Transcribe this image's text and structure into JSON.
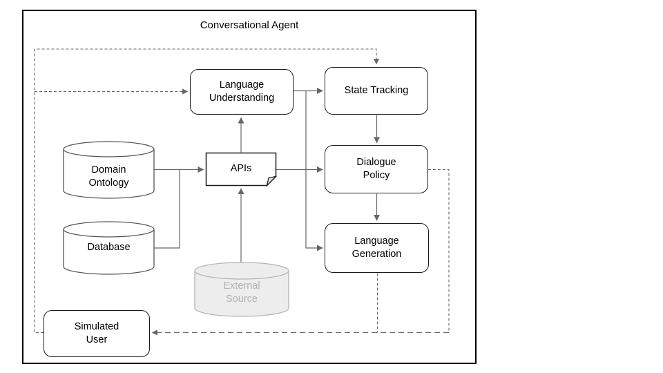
{
  "diagram": {
    "title": "Conversational Agent",
    "nodes": {
      "language_understanding": {
        "label": "Language\nUnderstanding",
        "shape": "rounded-box"
      },
      "state_tracking": {
        "label": "State Tracking",
        "shape": "rounded-box"
      },
      "dialogue_policy": {
        "label": "Dialogue\nPolicy",
        "shape": "rounded-box"
      },
      "language_generation": {
        "label": "Language\nGeneration",
        "shape": "rounded-box"
      },
      "apis": {
        "label": "APIs",
        "shape": "document"
      },
      "domain_ontology": {
        "label": "Domain\nOntology",
        "shape": "cylinder"
      },
      "database": {
        "label": "Database",
        "shape": "cylinder"
      },
      "external_source": {
        "label": "External\nSource",
        "shape": "cylinder",
        "state": "disabled"
      },
      "simulated_user": {
        "label": "Simulated\nUser",
        "shape": "rounded-box"
      }
    },
    "edges": [
      {
        "from": "simulated_user",
        "to": "language_understanding",
        "style": "dashed"
      },
      {
        "from": "simulated_user",
        "to": "state_tracking",
        "style": "dashed"
      },
      {
        "from": "language_understanding",
        "to": "state_tracking",
        "style": "solid"
      },
      {
        "from": "language_understanding",
        "to": "language_generation",
        "style": "solid"
      },
      {
        "from": "state_tracking",
        "to": "dialogue_policy",
        "style": "solid"
      },
      {
        "from": "dialogue_policy",
        "to": "language_generation",
        "style": "solid"
      },
      {
        "from": "domain_ontology",
        "to": "apis",
        "style": "solid"
      },
      {
        "from": "database",
        "to": "apis",
        "style": "solid"
      },
      {
        "from": "external_source",
        "to": "apis",
        "style": "solid"
      },
      {
        "from": "apis",
        "to": "language_understanding",
        "style": "solid"
      },
      {
        "from": "apis",
        "to": "dialogue_policy",
        "style": "solid"
      },
      {
        "from": "dialogue_policy",
        "to": "simulated_user",
        "style": "dashed"
      },
      {
        "from": "language_generation",
        "to": "simulated_user",
        "style": "dashed"
      }
    ],
    "colors": {
      "box_border": "#1a1a1a",
      "connector": "#666666",
      "disabled_fill": "#ededed",
      "disabled_stroke": "#b5b5b5",
      "disabled_text": "#b0b0b0",
      "background": "#ffffff"
    }
  }
}
